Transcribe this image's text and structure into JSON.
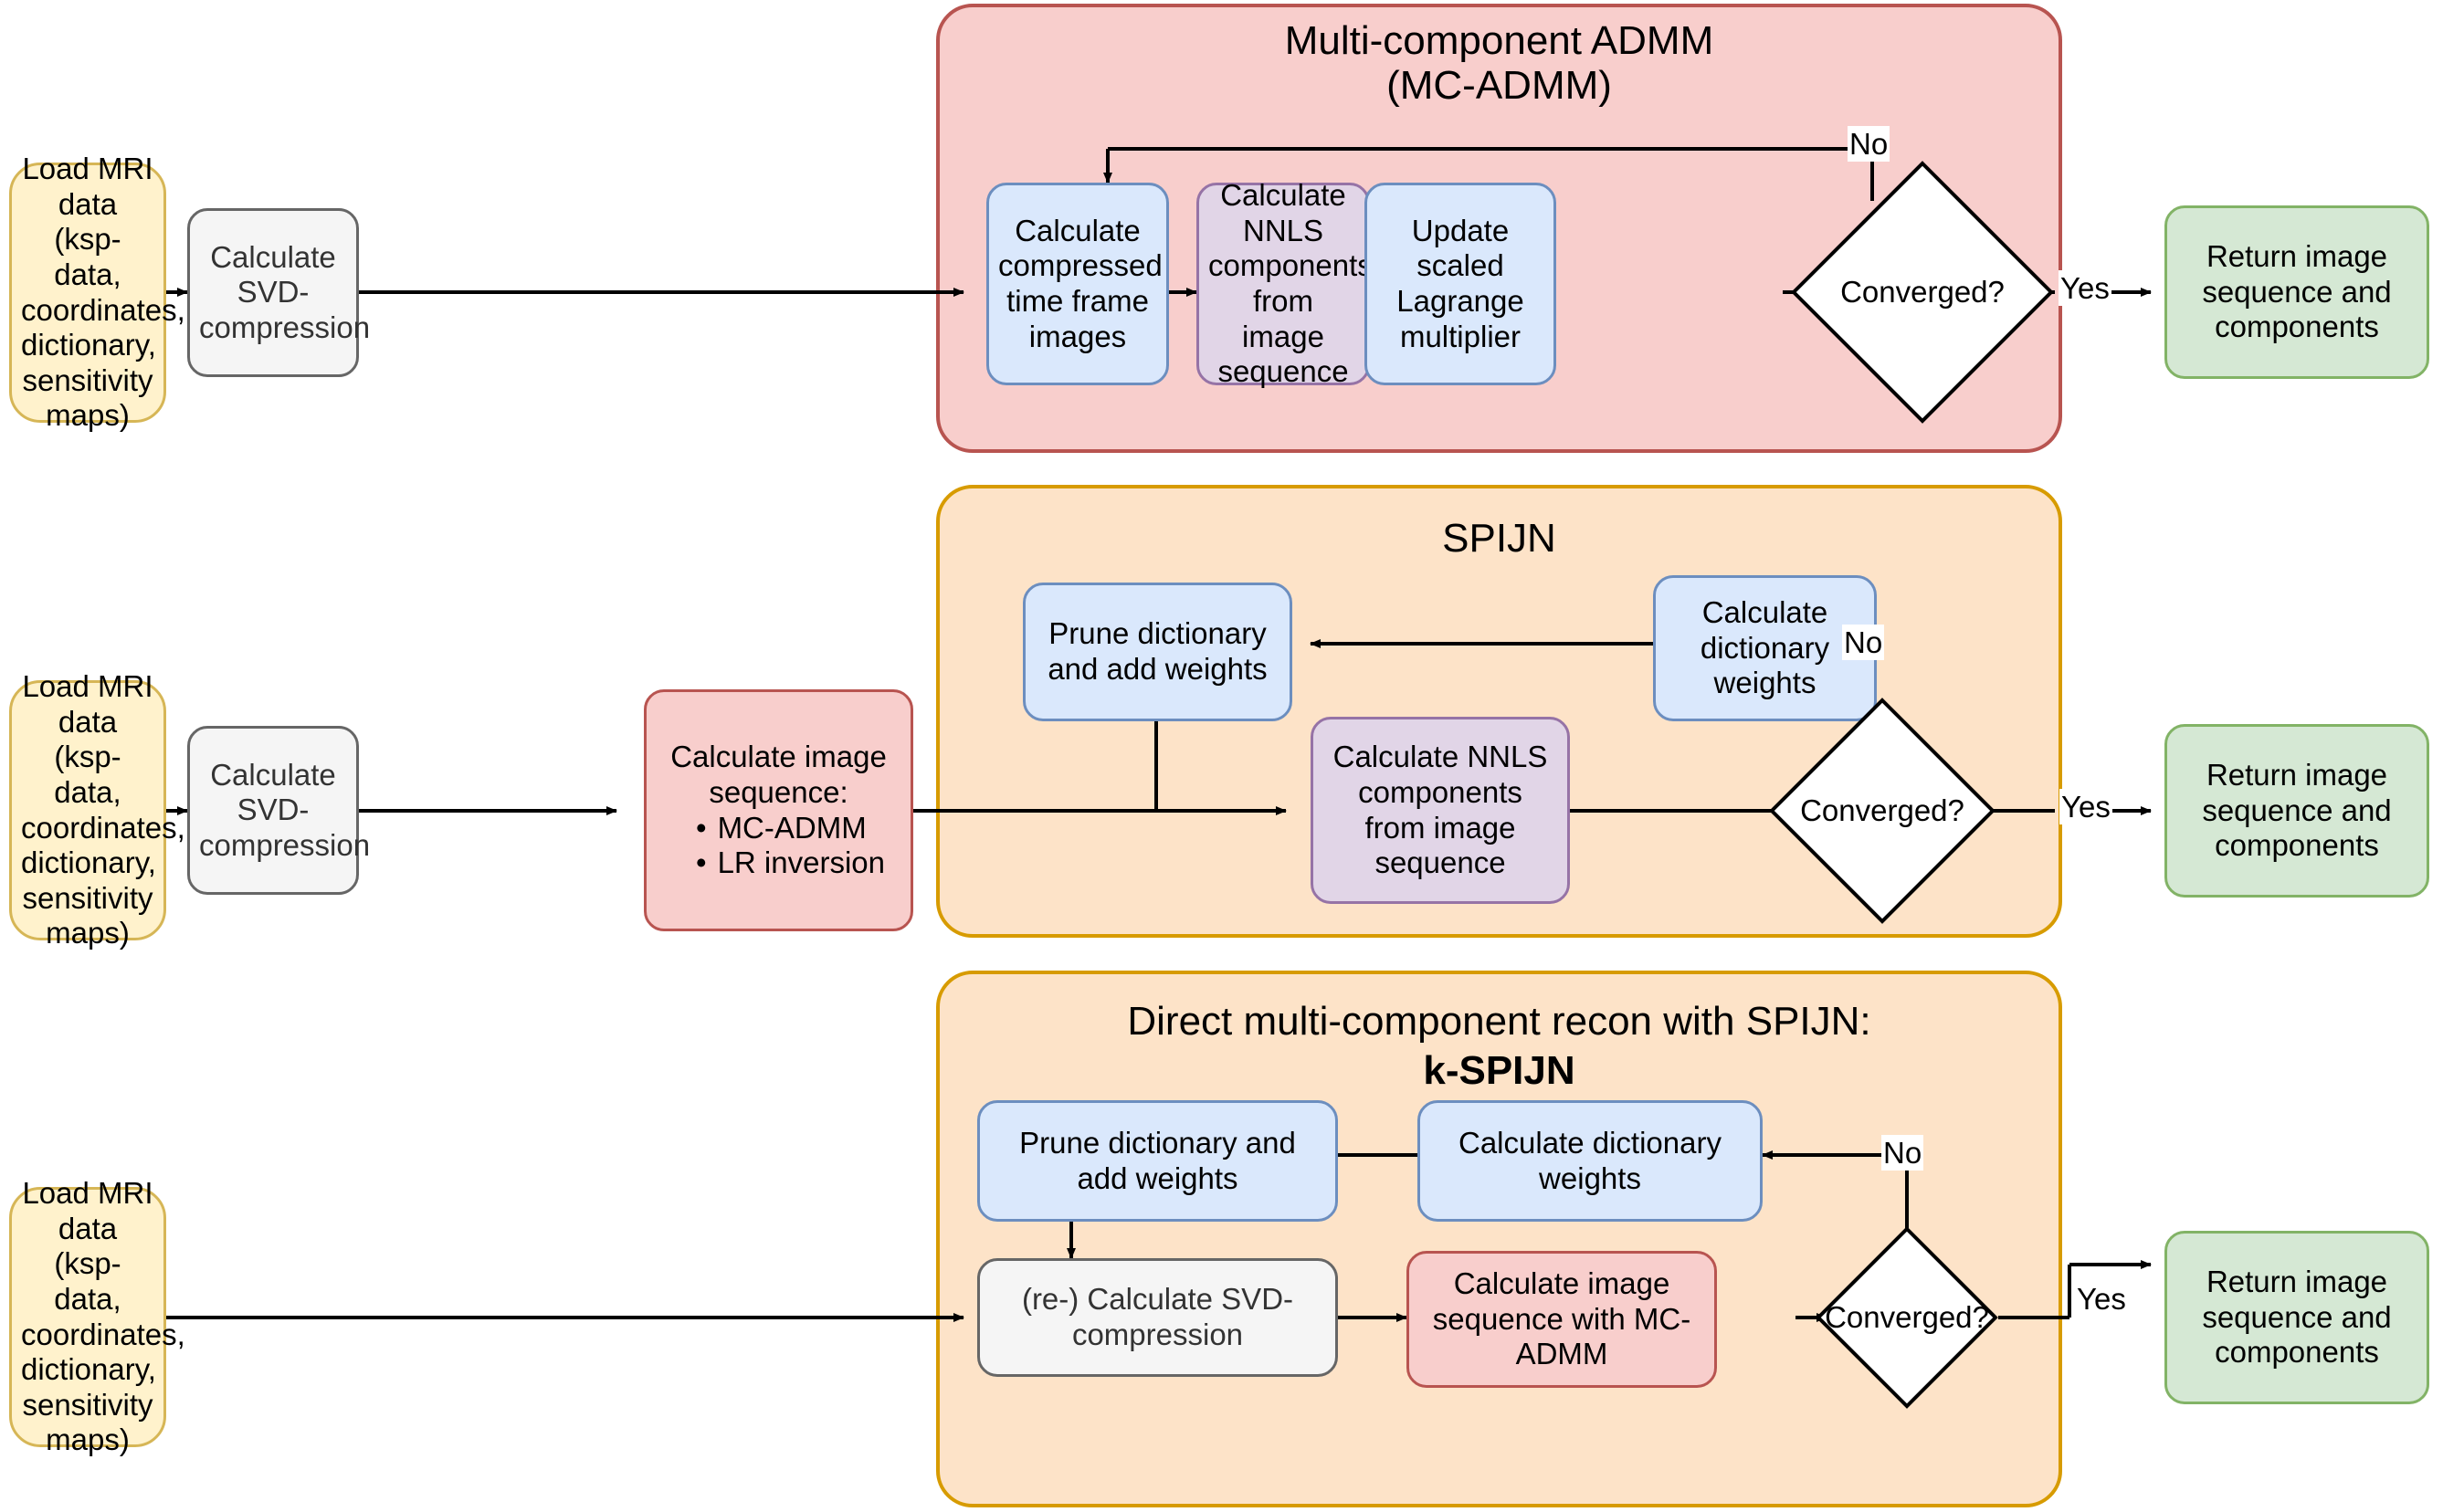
{
  "colors": {
    "yellow_fill": "#fff2cc",
    "yellow_border": "#d6b656",
    "grey_fill": "#f5f5f5",
    "grey_border": "#666666",
    "blue_fill": "#dae8fc",
    "blue_border": "#6c8ebf",
    "purple_fill": "#e1d5e7",
    "purple_border": "#9673a6",
    "red_fill": "#f8cecc",
    "red_border": "#b85450",
    "green_fill": "#d5e8d4",
    "green_border": "#82b366",
    "orange_fill": "#fde3c8",
    "orange_border": "#d79b00",
    "line": "#000000"
  },
  "rows": {
    "row1": {
      "panel_title": "Multi-component ADMM\n(MC-ADMM)",
      "start": "Load MRI data\n(ksp-data,\ncoordinates,\ndictionary,\nsensitivity maps)",
      "svd": "Calculate SVD-\ncompression",
      "step1": "Calculate\ncompressed\ntime frame\nimages",
      "step2": "Calculate\nNNLS\ncomponents\nfrom image\nsequence",
      "step3": "Update scaled\nLagrange\nmultiplier",
      "decision": "Converged?",
      "label_no": "No",
      "label_yes": "Yes",
      "end": "Return image\nsequence and\ncomponents"
    },
    "row2": {
      "panel_title": "SPIJN",
      "start": "Load MRI data\n(ksp-data,\ncoordinates,\ndictionary,\nsensitivity maps)",
      "svd": "Calculate SVD-\ncompression",
      "imgseq_header": "Calculate image\nsequence:",
      "imgseq_bullets": [
        "MC-ADMM",
        "LR inversion"
      ],
      "prune": "Prune dictionary\nand add weights",
      "dictweights": "Calculate\ndictionary\nweights",
      "nnls": "Calculate NNLS\ncomponents\nfrom image\nsequence",
      "decision": "Converged?",
      "label_no": "No",
      "label_yes": "Yes",
      "end": "Return image\nsequence and\ncomponents"
    },
    "row3": {
      "panel_title_line1": "Direct multi-component recon with SPIJN:",
      "panel_title_line2": "k-SPIJN",
      "start": "Load MRI data\n(ksp-data,\ncoordinates,\ndictionary,\nsensitivity maps)",
      "prune": "Prune dictionary and\nadd weights",
      "dictweights": "Calculate dictionary\nweights",
      "svd": "(re-) Calculate SVD-\ncompression",
      "imgseq": "Calculate image\nsequence with MC-\nADMM",
      "decision": "Converged?",
      "label_no": "No",
      "label_yes": "Yes",
      "end": "Return image\nsequence and\ncomponents"
    }
  }
}
